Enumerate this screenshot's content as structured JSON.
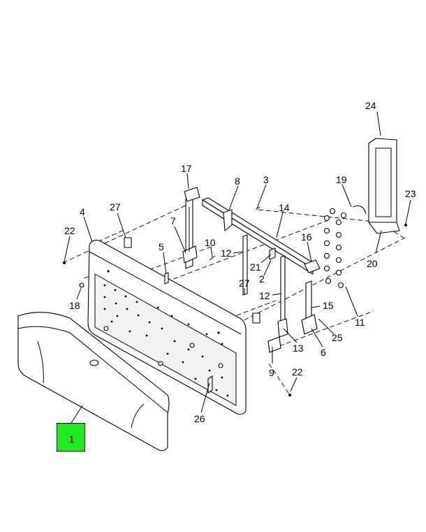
{
  "callouts": [
    "24",
    "17",
    "8",
    "3",
    "19",
    "23",
    "27",
    "4",
    "22",
    "14",
    "7",
    "10",
    "16",
    "5",
    "12",
    "21",
    "2",
    "20",
    "18",
    "27",
    "12",
    "15",
    "11",
    "13",
    "25",
    "6",
    "9",
    "22",
    "26"
  ],
  "highlight": {
    "label": "1",
    "color": "#1fea1f"
  }
}
